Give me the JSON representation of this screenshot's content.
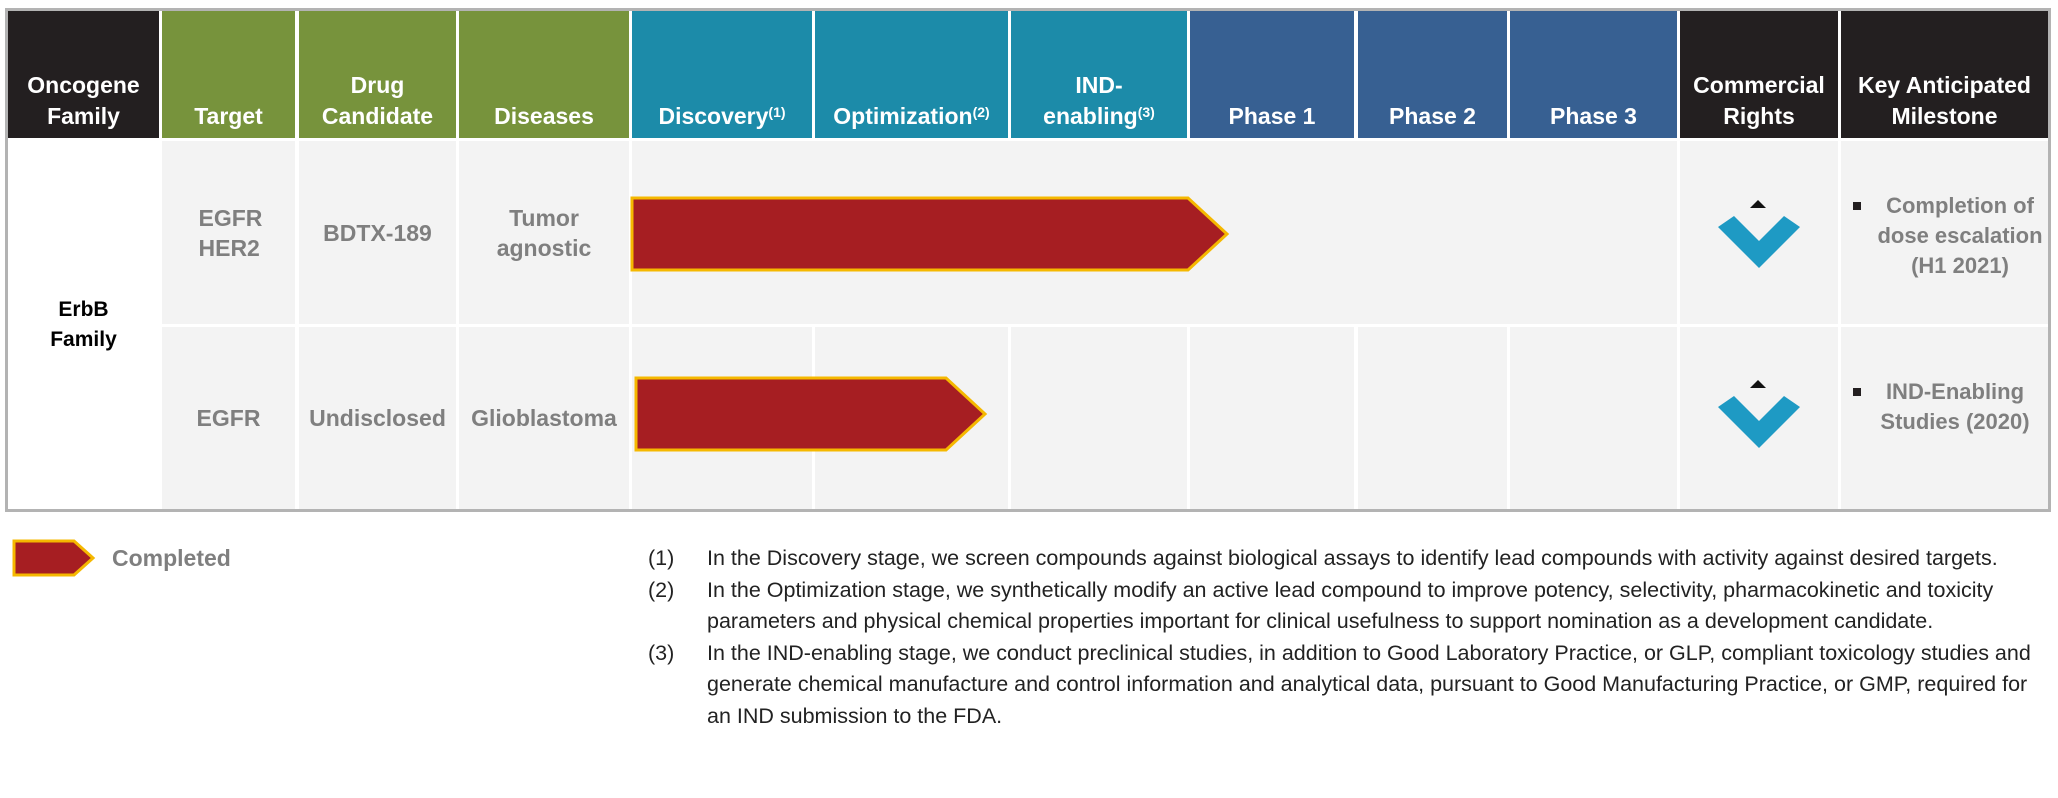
{
  "headers": [
    {
      "label": "Oncogene Family",
      "sup": ""
    },
    {
      "label": "Target",
      "sup": ""
    },
    {
      "label": "Drug Candidate",
      "sup": ""
    },
    {
      "label": "Diseases",
      "sup": ""
    },
    {
      "label": "Discovery",
      "sup": "(1)"
    },
    {
      "label": "Optimization",
      "sup": "(2)"
    },
    {
      "label": "IND-enabling",
      "sup": "(3)"
    },
    {
      "label": "Phase 1",
      "sup": ""
    },
    {
      "label": "Phase 2",
      "sup": ""
    },
    {
      "label": "Phase 3",
      "sup": ""
    },
    {
      "label": "Commercial Rights",
      "sup": ""
    },
    {
      "label": "Key Anticipated Milestone",
      "sup": ""
    }
  ],
  "colors": {
    "header_black": "#231f20",
    "header_green": "#77933c",
    "header_teal": "#1c8ba9",
    "header_blue": "#376092",
    "bar_fill": "#a61e22",
    "bar_border": "#f5b800",
    "rights_icon": "#1e9ac4",
    "cell_bg": "#f3f3f3"
  },
  "family": "ErbB Family",
  "rows": [
    {
      "target": "EGFR HER2",
      "drug": "BDTX-189",
      "disease": "Tumor agnostic",
      "progress_stage": "IND-enabling",
      "milestone": "Completion of dose escalation (H1 2021)",
      "rights_icon": "blueprint-diamond-logo-icon"
    },
    {
      "target": "EGFR",
      "drug": "Undisclosed",
      "disease": "Glioblastoma",
      "progress_stage": "Optimization",
      "milestone": "IND-Enabling Studies (2020)",
      "rights_icon": "blueprint-diamond-logo-icon"
    }
  ],
  "legend": {
    "label": "Completed",
    "icon": "progress-arrow-icon"
  },
  "notes": [
    {
      "num": "(1)",
      "text": "In the Discovery stage, we screen compounds against biological assays to identify lead compounds with activity against desired targets."
    },
    {
      "num": "(2)",
      "text": "In the Optimization stage, we synthetically modify an active lead compound to improve potency, selectivity, pharmacokinetic and toxicity parameters and physical chemical properties important for clinical usefulness to support nomination as a development candidate."
    },
    {
      "num": "(3)",
      "text": "In the IND-enabling stage, we conduct preclinical studies, in addition to Good Laboratory Practice, or GLP, compliant toxicology studies and generate chemical manufacture and control information and analytical data, pursuant to Good Manufacturing Practice, or GMP, required for an IND submission to  the FDA."
    }
  ]
}
